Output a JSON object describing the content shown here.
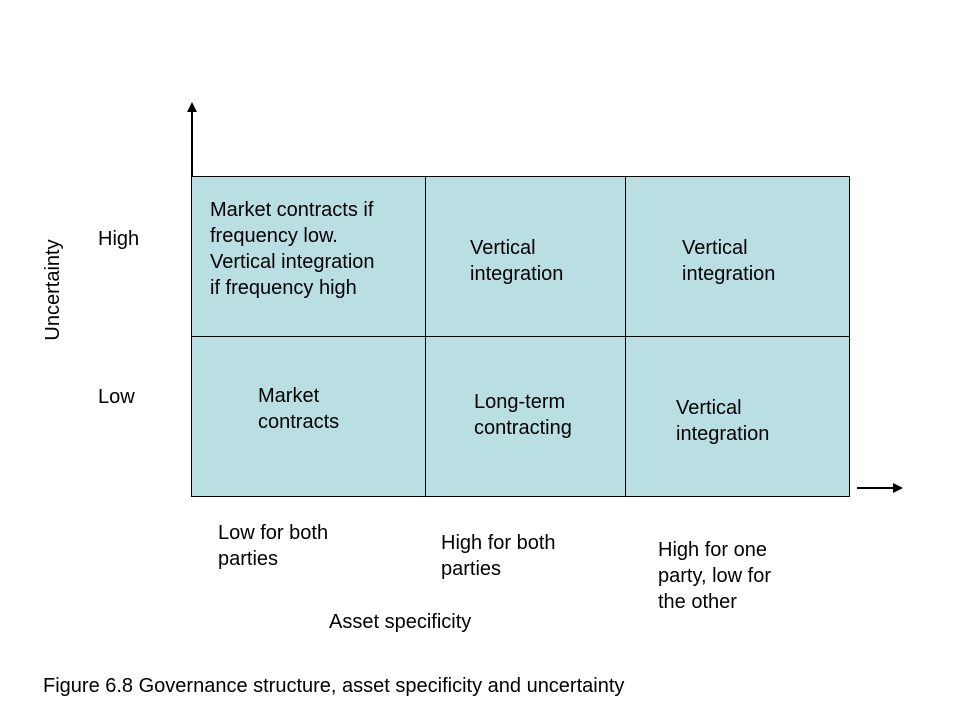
{
  "axes": {
    "y_title": "Uncertainty",
    "y_levels": [
      "High",
      "Low"
    ],
    "x_title": "Asset specificity",
    "x_levels": [
      "Low for both\nparties",
      "High for both\nparties",
      "High for one\nparty, low for\nthe other"
    ]
  },
  "matrix": {
    "high": [
      "Market contracts if\nfrequency low.\nVertical integration\nif frequency high",
      "Vertical\nintegration",
      "Vertical\nintegration"
    ],
    "low": [
      "Market\ncontracts",
      "Long-term\ncontracting",
      "Vertical\nintegration"
    ]
  },
  "caption": "Figure 6.8 Governance structure, asset specificity and uncertainty",
  "colors": {
    "cell_fill": "#b9dfe3",
    "border": "#000000"
  }
}
